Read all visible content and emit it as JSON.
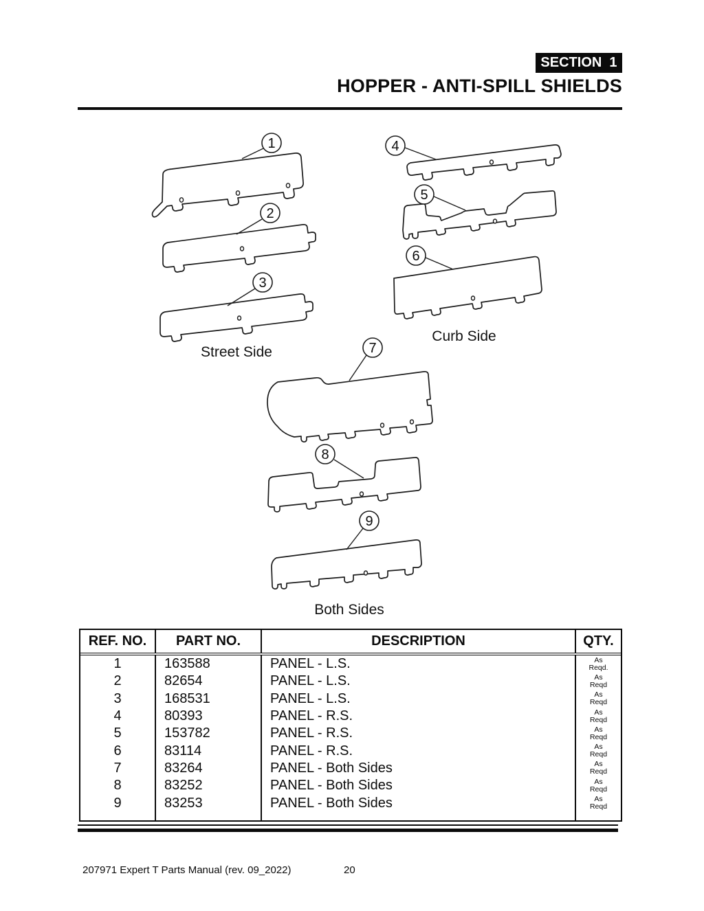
{
  "badge": {
    "label": "SECTION  1"
  },
  "title": "HOPPER - ANTI-SPILL SHIELDS",
  "diagram": {
    "labels": {
      "street": "Street Side",
      "curb": "Curb Side",
      "both": "Both Sides"
    },
    "callouts": [
      "1",
      "2",
      "3",
      "4",
      "5",
      "6",
      "7",
      "8",
      "9"
    ]
  },
  "table": {
    "headers": {
      "ref": "REF. NO.",
      "part": "PART NO.",
      "desc": "DESCRIPTION",
      "qty": "QTY."
    },
    "rows": [
      {
        "ref": "1",
        "part": "163588",
        "desc": "PANEL - L.S.",
        "qty": "As\nReqd."
      },
      {
        "ref": "2",
        "part": "82654",
        "desc": "PANEL - L.S.",
        "qty": "As\nReqd"
      },
      {
        "ref": "3",
        "part": "168531",
        "desc": "PANEL - L.S.",
        "qty": "As\nReqd"
      },
      {
        "ref": "4",
        "part": "80393",
        "desc": "PANEL - R.S.",
        "qty": "As\nReqd"
      },
      {
        "ref": "5",
        "part": "153782",
        "desc": "PANEL - R.S.",
        "qty": "As\nReqd"
      },
      {
        "ref": "6",
        "part": "83114",
        "desc": "PANEL - R.S.",
        "qty": "As\nReqd"
      },
      {
        "ref": "7",
        "part": "83264",
        "desc": "PANEL - Both Sides",
        "qty": "As\nReqd"
      },
      {
        "ref": "8",
        "part": "83252",
        "desc": "PANEL - Both Sides",
        "qty": "As\nReqd"
      },
      {
        "ref": "9",
        "part": "83253",
        "desc": "PANEL - Both Sides",
        "qty": "As\nReqd"
      }
    ]
  },
  "footer": {
    "left": "207971 Expert T Parts Manual (rev. 09_2022)",
    "page": "20"
  }
}
